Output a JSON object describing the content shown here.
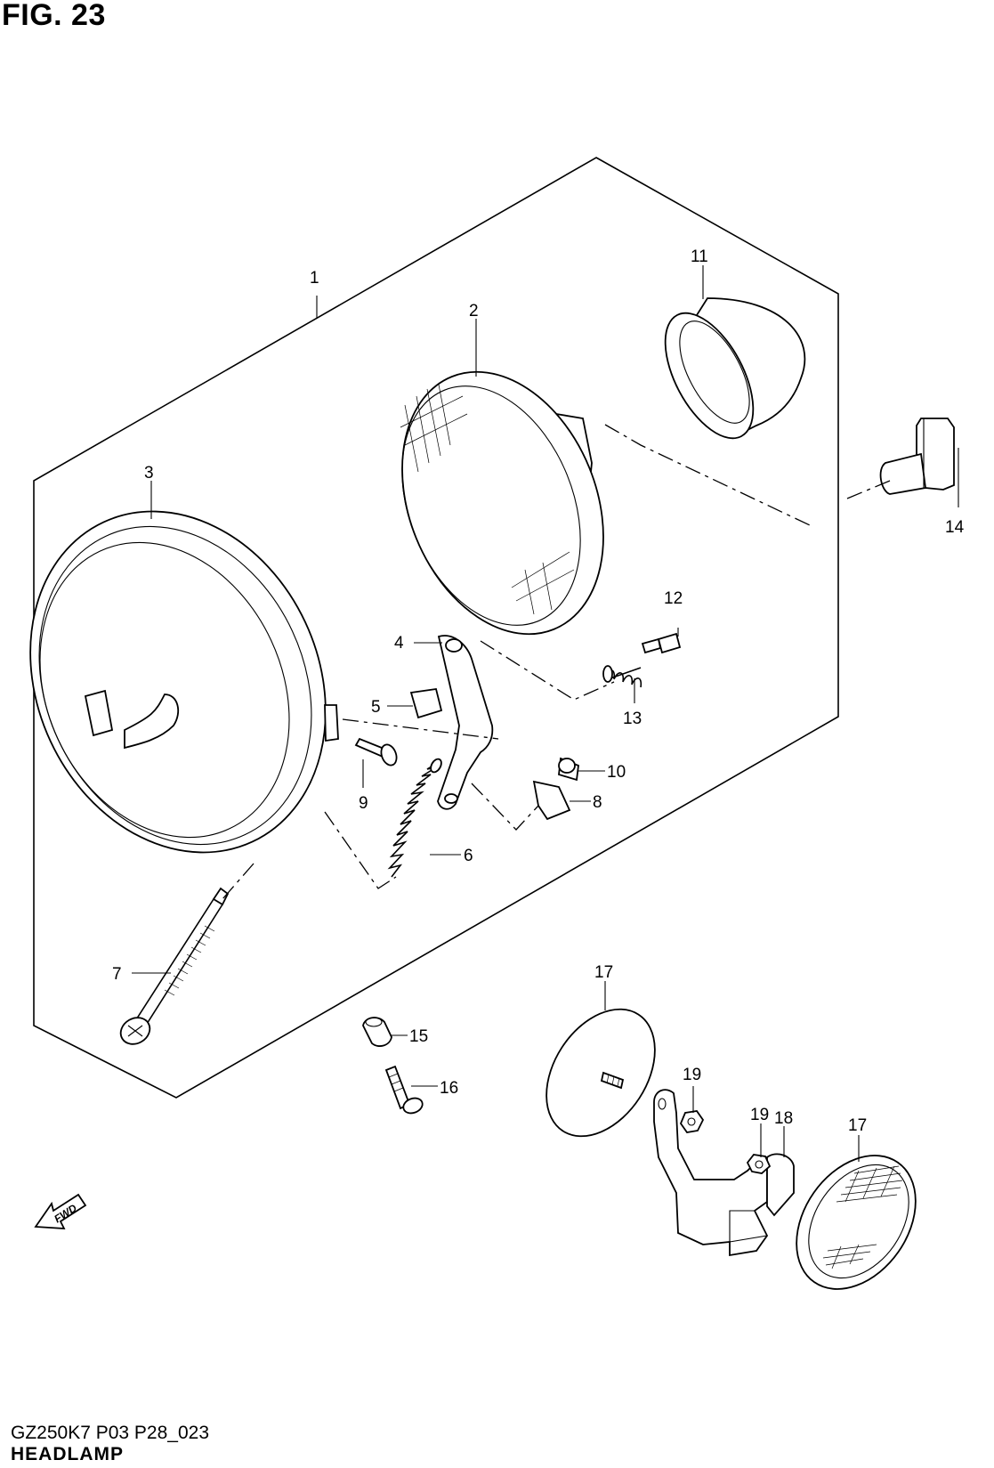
{
  "figure": {
    "title": "FIG. 23",
    "model_code": "GZ250K7 P03 P28_023",
    "name": "HEADLAMP"
  },
  "fwd_label": "FWD",
  "callouts": {
    "c1": "1",
    "c2": "2",
    "c3": "3",
    "c4": "4",
    "c5": "5",
    "c6": "6",
    "c7": "7",
    "c8": "8",
    "c9": "9",
    "c10": "10",
    "c11": "11",
    "c12": "12",
    "c13": "13",
    "c14": "14",
    "c15": "15",
    "c16": "16",
    "c17a": "17",
    "c17b": "17",
    "c18": "18",
    "c19a": "19",
    "c19b": "19"
  }
}
